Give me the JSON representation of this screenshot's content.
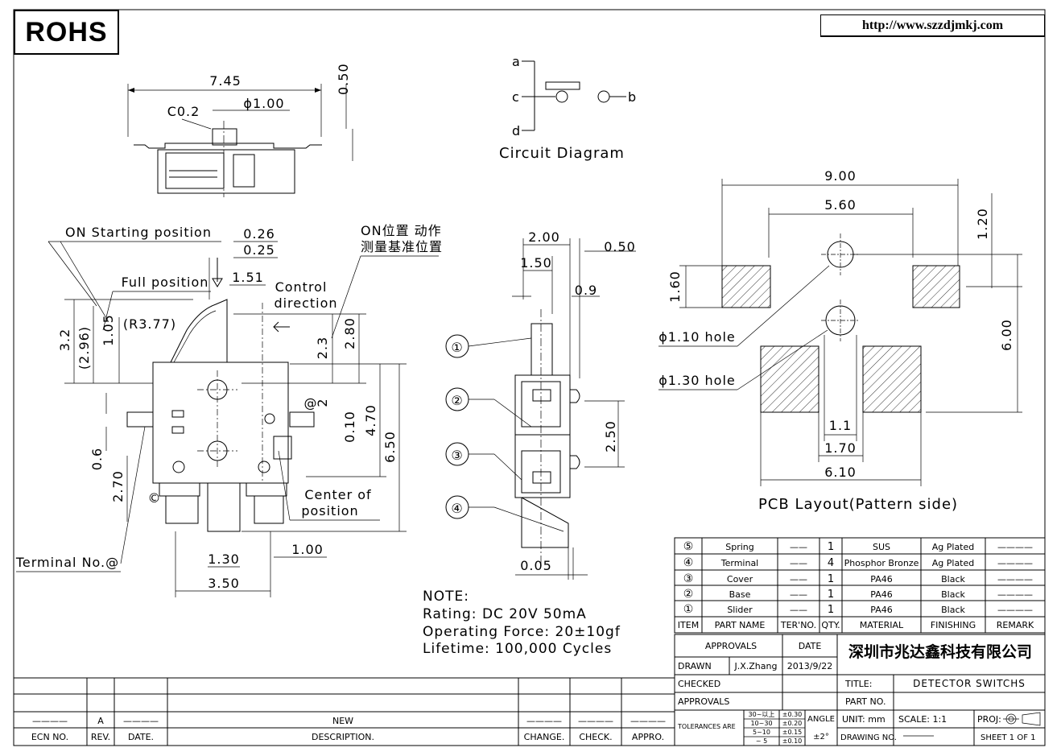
{
  "header": {
    "logo": "ROHS",
    "url": "http://www.szzdjmkj.com"
  },
  "circuit": {
    "title": "Circuit Diagram",
    "pins": [
      "a",
      "b",
      "c",
      "d"
    ]
  },
  "top_view_dims": {
    "width": "7.45",
    "height": "0.50",
    "chamfer": "C0.2",
    "dia": "ϕ1.00"
  },
  "front_view": {
    "on_starting": "ON Starting position",
    "full_position": "Full position",
    "control_direction_1": "Control",
    "control_direction_2": "direction",
    "on_cn_1": "ON位置 动作",
    "on_cn_2": "测量基准位置",
    "center_of_1": "Center of",
    "center_of_2": "position",
    "terminal_no": "Terminal No.@",
    "dims": {
      "d026": "0.26",
      "d025": "0.25",
      "d151": "1.51",
      "r377": "(R3.77)",
      "d105": "1.05",
      "d32": "3.2",
      "d296": "(2.96)",
      "d23": "2.3",
      "d280": "2.80",
      "d2": "2",
      "d010": "0.10",
      "d470": "4.70",
      "d650": "6.50",
      "d06": "0.6",
      "d270": "2.70",
      "d130": "1.30",
      "d100": "1.00",
      "d350": "3.50"
    },
    "marks": {
      "a": "@",
      "c": "©"
    }
  },
  "side_view": {
    "dims": {
      "d200": "2.00",
      "d150": "1.50",
      "d050": "0.50",
      "d09": "0.9",
      "d250": "2.50",
      "d005": "0.05"
    },
    "callouts": [
      "①",
      "②",
      "③",
      "④"
    ]
  },
  "pcb": {
    "title": "PCB Layout(Pattern side)",
    "dims": {
      "d900": "9.00",
      "d560": "5.60",
      "d120": "1.20",
      "d160": "1.60",
      "d600": "6.00",
      "d11": "1.1",
      "d170": "1.70",
      "d610": "6.10"
    },
    "hole1": "ϕ1.10  hole",
    "hole2": "ϕ1.30  hole"
  },
  "note": {
    "title": "NOTE:",
    "rating": "Rating: DC 20V 50mA",
    "force": "Operating Force: 20±10gf",
    "life": "Lifetime:  100,000 Cycles"
  },
  "bom": {
    "rows": [
      {
        "item": "⑤",
        "name": "Spring",
        "ter": "——",
        "qty": "1",
        "material": "SUS",
        "finishing": "Ag Plated",
        "remark": "————"
      },
      {
        "item": "④",
        "name": "Terminal",
        "ter": "——",
        "qty": "4",
        "material": "Phosphor Bronze",
        "finishing": "Ag Plated",
        "remark": "————"
      },
      {
        "item": "③",
        "name": "Cover",
        "ter": "——",
        "qty": "1",
        "material": "PA46",
        "finishing": "Black",
        "remark": "————"
      },
      {
        "item": "②",
        "name": "Base",
        "ter": "——",
        "qty": "1",
        "material": "PA46",
        "finishing": "Black",
        "remark": "————"
      },
      {
        "item": "①",
        "name": "Slider",
        "ter": "——",
        "qty": "1",
        "material": "PA46",
        "finishing": "Black",
        "remark": "————"
      }
    ],
    "headers": {
      "item": "ITEM",
      "name": "PART NAME",
      "ter": "TER'NO.",
      "qty": "QTY.",
      "material": "MATERIAL",
      "finishing": "FINISHING",
      "remark": "REMARK"
    }
  },
  "title_block": {
    "approvals": "APPROVALS",
    "date": "DATE",
    "company": "深圳市兆达鑫科技有限公司",
    "drawn": "DRAWN",
    "drawn_by": "J.X.Zhang",
    "drawn_date": "2013/9/22",
    "checked": "CHECKED",
    "approvals2": "APPROVALS",
    "title_label": "TITLE:",
    "title_value": "DETECTOR SWITCHS",
    "part_no": "PART NO.",
    "tolerances": "TOLERANCES ARE",
    "tol_rows": [
      {
        "range": "30~以上",
        "val": "±0.30"
      },
      {
        "range": "10~30",
        "val": "±0.20"
      },
      {
        "range": "5~10",
        "val": "±0.15"
      },
      {
        "range": "~ 5",
        "val": "±0.10"
      }
    ],
    "angle": "ANGLE",
    "angle_val": "±2°",
    "unit": "UNIT: mm",
    "scale": "SCALE:  1:1",
    "proj": "PROJ:",
    "drawing_no": "DRAWING NO.",
    "sheet": "SHEET   1 OF 1"
  },
  "revision": {
    "row": {
      "ecn": "————",
      "rev": "A",
      "date": "————",
      "desc": "NEW",
      "change": "————",
      "check": "————",
      "appro": "————"
    },
    "headers": {
      "ecn": "ECN NO.",
      "rev": "REV.",
      "date": "DATE.",
      "desc": "DESCRIPTION.",
      "change": "CHANGE.",
      "check": "CHECK.",
      "appro": "APPRO."
    }
  }
}
